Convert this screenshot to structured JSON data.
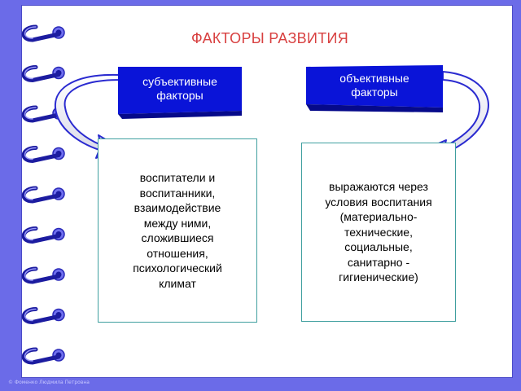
{
  "title": "ФАКТОРЫ РАЗВИТИЯ",
  "subjective_label": [
    "субъективные",
    "факторы"
  ],
  "objective_label": [
    "объективные",
    "факторы"
  ],
  "subjective_box": [
    "воспитатели и",
    "воспитанники,",
    "взаимодействие",
    "между ними,",
    "сложившиеся",
    "отношения,",
    "психологический",
    "климат"
  ],
  "objective_box": [
    "выражаются  через",
    "условия воспитания",
    "(материально-",
    "технические,",
    "социальные,",
    "санитарно -",
    "гигиенические)"
  ],
  "footer": "© Фоменко Людмила Петровна",
  "colors": {
    "background": "#6b6be8",
    "title": "#d84040",
    "label_fill": "#0a14d8",
    "box_border": "#3f9f9f",
    "arrow_outline": "#2a2ad0"
  },
  "rings_count": 9
}
